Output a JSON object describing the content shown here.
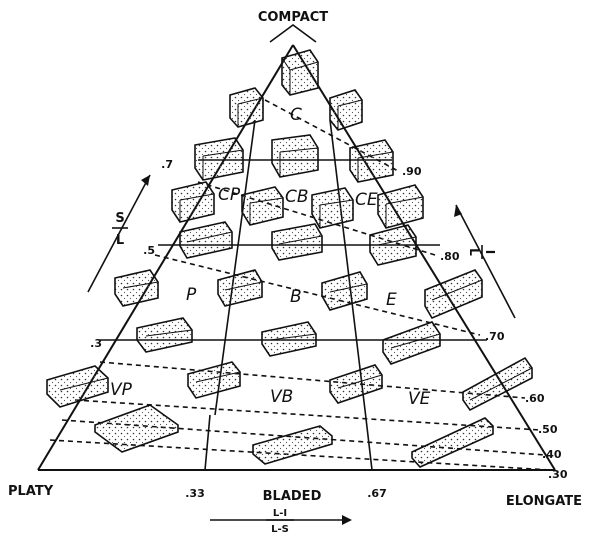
{
  "corners": {
    "top": "COMPACT",
    "left": "PLATY",
    "right": "ELONGATE",
    "bottom_middle": "BLADED"
  },
  "classes": {
    "C": "C",
    "CP": "CP",
    "CB": "CB",
    "CE": "CE",
    "P": "P",
    "B": "B",
    "E": "E",
    "VP": "VP",
    "VB": "VB",
    "VE": "VE"
  },
  "axes": {
    "sl_num": "S",
    "sl_den": "L",
    "lil_num": "L-I",
    "lil_den": "L-S",
    "right_num": "I",
    "right_den": "L"
  },
  "left_ticks": [
    ".7",
    ".5",
    ".3"
  ],
  "right_ticks": [
    ".90",
    ".80",
    ".70",
    ".60",
    ".50",
    ".40",
    ".30"
  ],
  "bottom_ticks": [
    ".33",
    ".67"
  ]
}
